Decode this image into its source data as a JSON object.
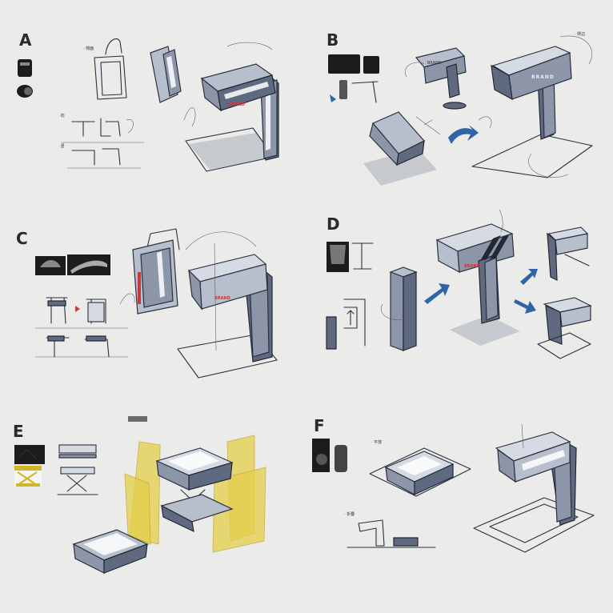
{
  "panels": [
    {
      "id": "A",
      "label": "A"
    },
    {
      "id": "B",
      "label": "B"
    },
    {
      "id": "C",
      "label": "C"
    },
    {
      "id": "D",
      "label": "D"
    },
    {
      "id": "E",
      "label": "E"
    },
    {
      "id": "F",
      "label": "F"
    }
  ],
  "brand_marks": {
    "b_large": "BRAND",
    "b_small": "BRAND",
    "c_side": "BRAND",
    "d_side": "BRAND"
  },
  "colors": {
    "background": "#ebebea",
    "body_shade": "#8d95a8",
    "accent_blue": "#2f64a8",
    "accent_yellow": "#e4cf4a",
    "accent_red": "#c63a3a"
  }
}
